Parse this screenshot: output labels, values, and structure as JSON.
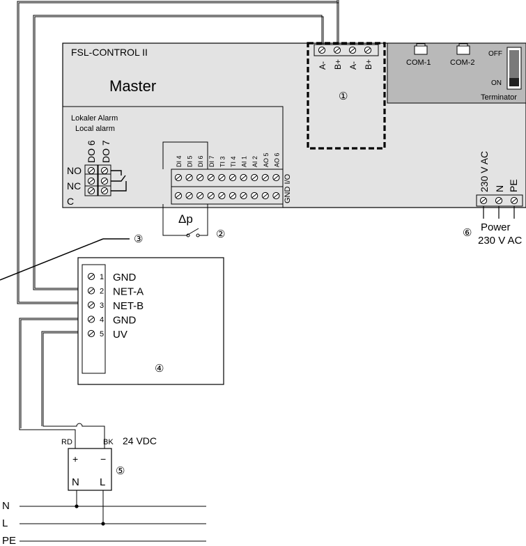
{
  "controller": {
    "title": "FSL-CONTROL II",
    "subtitle": "Master",
    "bus_terminals": [
      "A-",
      "B+",
      "A-",
      "B+"
    ],
    "bus_callout": "①",
    "com_ports": [
      "COM-1",
      "COM-2"
    ],
    "terminator": {
      "off": "OFF",
      "on": "ON",
      "label": "Terminator"
    },
    "alarm": {
      "label_de": "Lokaler Alarm",
      "label_en": "Local alarm",
      "outputs": [
        "DO 6",
        "DO 7"
      ],
      "contacts": [
        "NO",
        "NC",
        "C"
      ]
    },
    "io_terminals": [
      "DI 4",
      "DI 5",
      "DI 6",
      "DI 7",
      "TI 3",
      "TI 4",
      "AI 1",
      "AI 2",
      "AO 5",
      "AO 6"
    ],
    "gnd_io": "GND I/O",
    "power_voltage": "230 V AC",
    "power_terminals": [
      "N",
      "PE"
    ]
  },
  "pressure_switch": {
    "label": "Δp",
    "callout": "②"
  },
  "cable_callout": "③",
  "bus_module": {
    "pins": [
      {
        "num": "1",
        "label": "GND"
      },
      {
        "num": "2",
        "label": "NET-A"
      },
      {
        "num": "3",
        "label": "NET-B"
      },
      {
        "num": "4",
        "label": "GND"
      },
      {
        "num": "5",
        "label": "UV"
      }
    ],
    "callout": "④"
  },
  "psu": {
    "wire_rd": "RD",
    "wire_bk": "BK",
    "voltage": "24 VDC",
    "plus": "+",
    "minus": "−",
    "in_n": "N",
    "in_l": "L",
    "callout": "⑤"
  },
  "power_callout": {
    "num": "⑥",
    "line1": "Power",
    "line2": "230 V AC"
  },
  "mains": [
    "N",
    "L",
    "PE"
  ]
}
